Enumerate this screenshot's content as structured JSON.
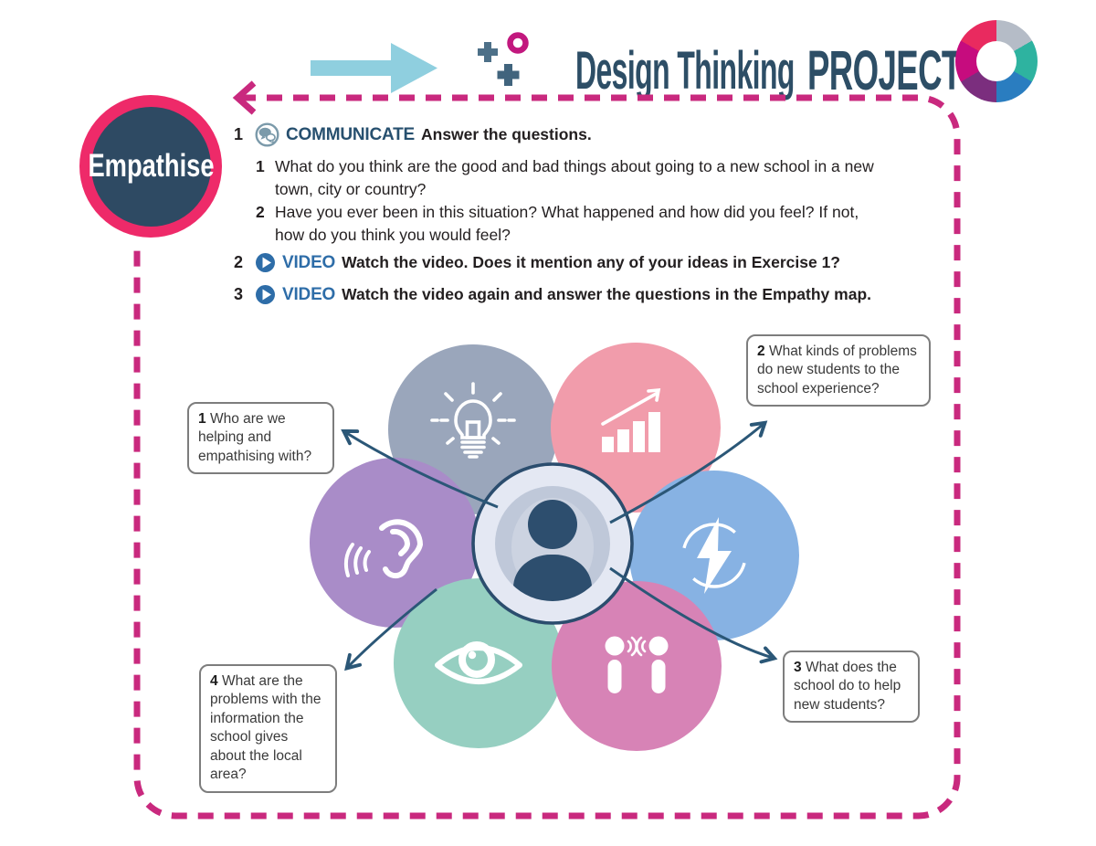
{
  "header": {
    "title": "Design Thinking",
    "brand": "PROJECT",
    "arrow_color": "#8fcfdf",
    "title_color": "#2d4e66",
    "logo_colors": [
      "#b5bcc7",
      "#2eb3a0",
      "#2a7dc0",
      "#7b2e7e",
      "#c60c7e",
      "#e92a5f"
    ]
  },
  "badge": {
    "label": "Empathise",
    "ring_color": "#ee2a69",
    "circle_color": "#2e4a63"
  },
  "border_color": "#c9297e",
  "exercises": {
    "ex1": {
      "number": "1",
      "skill": "COMMUNICATE",
      "instruction": "Answer the questions.",
      "questions": [
        {
          "number": "1",
          "text": "What do you think are the good and bad things about going to a new school in a new town, city or country?"
        },
        {
          "number": "2",
          "text": "Have you ever been in this situation? What happened and how did you feel? If not, how do you think you would feel?"
        }
      ]
    },
    "ex2": {
      "number": "2",
      "skill": "VIDEO",
      "instruction": "Watch the video. Does it mention any of your ideas in Exercise 1?"
    },
    "ex3": {
      "number": "3",
      "skill": "VIDEO",
      "instruction": "Watch the video again and answer the questions in the Empathy map."
    }
  },
  "empathy_map": {
    "petals": [
      {
        "icon": "lightbulb-icon",
        "color": "#9aa6bb"
      },
      {
        "icon": "growth-chart-icon",
        "color": "#f19cab"
      },
      {
        "icon": "ear-icon",
        "color": "#a98cc8"
      },
      {
        "icon": "lightning-icon",
        "color": "#87b2e3"
      },
      {
        "icon": "eye-icon",
        "color": "#96cfc1"
      },
      {
        "icon": "conversation-icon",
        "color": "#d783b6"
      }
    ],
    "center_icon": "user-icon",
    "arrow_color": "#2b5777",
    "callouts": [
      {
        "number": "1",
        "text": "Who are we helping and empathising with?"
      },
      {
        "number": "2",
        "text": "What kinds of problems do new students to the school experience?"
      },
      {
        "number": "3",
        "text": "What does the school do to help new students?"
      },
      {
        "number": "4",
        "text": "What are the problems with the information the school gives about the local area?"
      }
    ]
  }
}
